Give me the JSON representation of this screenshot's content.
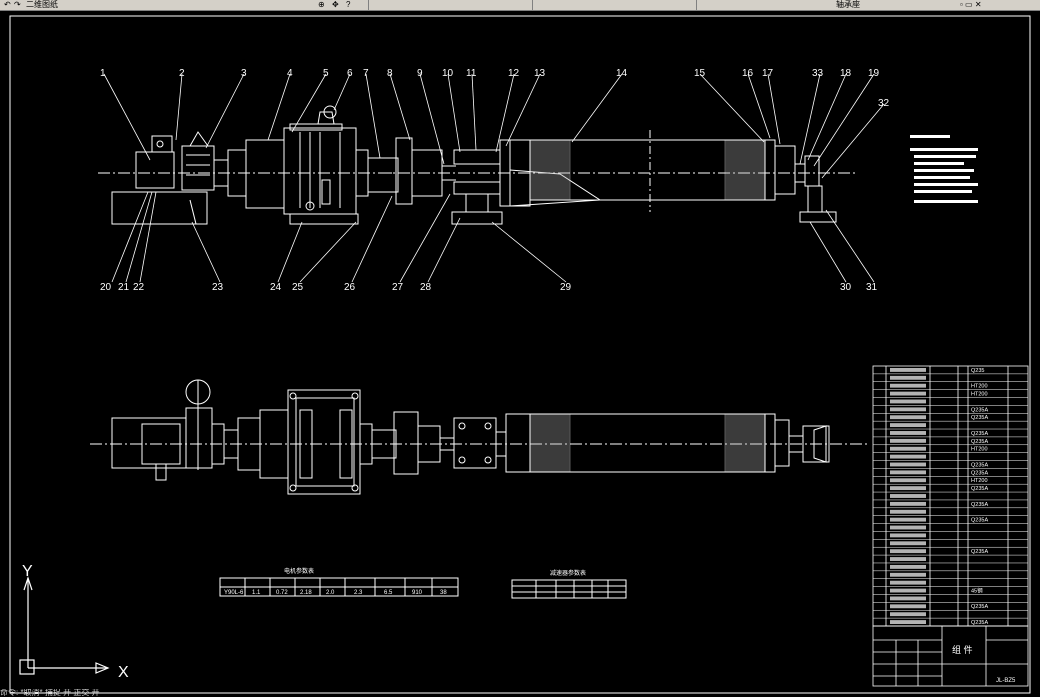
{
  "toolbar": {
    "title_fragment": "二维图纸",
    "tab_a": "",
    "tab_b": "",
    "field": "轴承座"
  },
  "drawing": {
    "callouts_top": [
      "1",
      "2",
      "3",
      "4",
      "5",
      "6",
      "7",
      "8",
      "9",
      "10",
      "11",
      "12",
      "13",
      "14",
      "15",
      "16",
      "17",
      "33",
      "18",
      "19",
      "32"
    ],
    "callouts_bottom": [
      "20",
      "21",
      "22",
      "23",
      "24",
      "25",
      "26",
      "27",
      "28",
      "29",
      "30",
      "31"
    ],
    "table1_title": "电机参数表",
    "table1_row": [
      "Y90L-6",
      "1.1",
      "0.72",
      "2.18",
      "2.0",
      "2.3",
      "6.5",
      "910",
      "38"
    ],
    "table2_title": "减速器参数表",
    "title_block_label": "组 件",
    "drawing_no": "JL-BZ5",
    "axis_y": "Y",
    "axis_x": "X",
    "bom_materials": [
      "Q235",
      "",
      "HT200",
      "HT200",
      "",
      "Q235A",
      "Q235A",
      "",
      "Q235A",
      "Q235A",
      "HT200",
      "",
      "Q235A",
      "Q235A",
      "HT200",
      "Q235A",
      "",
      "Q235A",
      "",
      "Q235A",
      "",
      "",
      "",
      "Q235A",
      "",
      "",
      "",
      "",
      "45钢",
      "",
      "Q235A",
      "",
      "Q235A"
    ]
  },
  "status": {
    "command": "命令: *取消*  捕捉 开 正交 开"
  }
}
